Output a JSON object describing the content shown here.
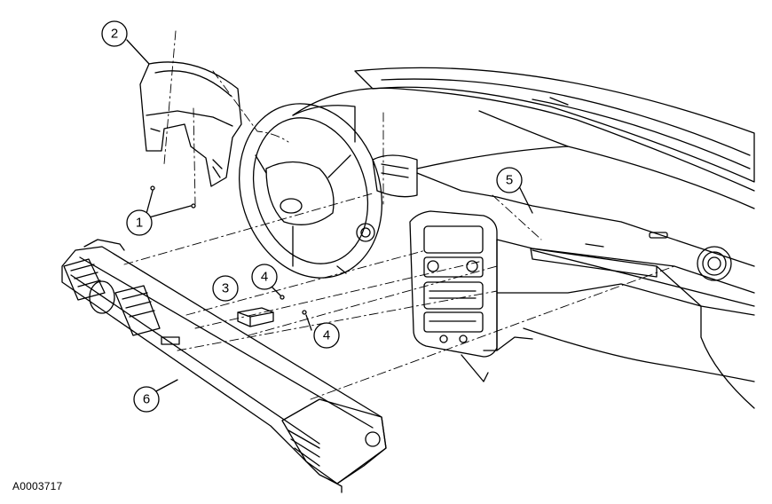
{
  "figure_id": "A0003717",
  "callouts": [
    {
      "key": "c2",
      "label": "2"
    },
    {
      "key": "c1",
      "label": "1"
    },
    {
      "key": "c5",
      "label": "5"
    },
    {
      "key": "c3",
      "label": "3"
    },
    {
      "key": "c4a",
      "label": "4"
    },
    {
      "key": "c4b",
      "label": "4"
    },
    {
      "key": "c6",
      "label": "6"
    }
  ],
  "colors": {
    "line": "#000000",
    "background": "#ffffff"
  }
}
